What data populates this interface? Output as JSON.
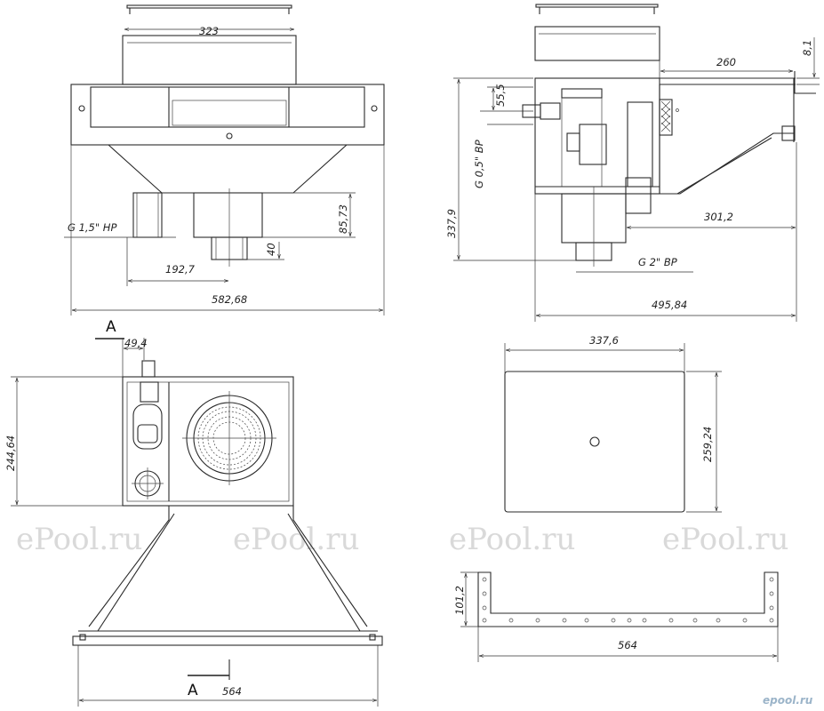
{
  "dimensions": {
    "top_left": {
      "d323": "323",
      "d85_73": "85,73",
      "d40": "40",
      "d192_7": "192,7",
      "d582_68": "582,68",
      "thread_side": "G 1,5\" НР"
    },
    "top_right": {
      "d260": "260",
      "d8_1": "8,1",
      "d55_5": "55,5",
      "thread_top": "G 0,5\" ВР",
      "d337_9": "337,9",
      "d301_2": "301,2",
      "thread_bottom": "G 2\" ВР",
      "d495_84": "495,84"
    },
    "bottom_left": {
      "section_a": "A",
      "d49_4": "49,4",
      "d244_64": "244,64",
      "d564": "564"
    },
    "bottom_right": {
      "d337_6": "337,6",
      "d259_24": "259,24",
      "d101_2": "101,2",
      "d564": "564"
    }
  },
  "watermarks": [
    "ePool.ru",
    "ePool.ru",
    "ePool.ru",
    "ePool.ru"
  ],
  "logo": "epool.ru"
}
